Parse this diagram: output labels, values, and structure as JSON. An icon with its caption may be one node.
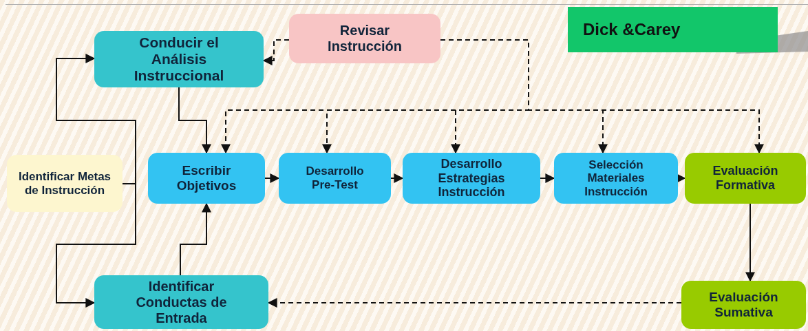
{
  "diagram": {
    "title": "Dick &Carey",
    "nodes": [
      {
        "text": [
          "Conducir el Análisis Instruccional"
        ]
      },
      {
        "text": [
          "Revisar Instrucción"
        ]
      },
      {
        "text": [
          "Identificar **Metas de** Instrucción"
        ]
      },
      {
        "text": [
          "Escribir Objetivos"
        ]
      },
      {
        "text": [
          "Desarrollo Pre-Test"
        ]
      },
      {
        "text": [
          "Desarrollo Estrategias Instrucción"
        ]
      },
      {
        "text": [
          "Selección Materiales Instrucción"
        ]
      },
      {
        "text": [
          "Evaluación Formativa"
        ]
      },
      {
        "text": [
          "Identificar Conductas de Entrada"
        ]
      },
      {
        "text": [
          "Evaluación Sumativa"
        ]
      }
    ],
    "edges": [
      {
        "from": 2,
        "to": 0,
        "arrow": "to"
      },
      {
        "from": 2,
        "to": 8,
        "arrow": "to"
      },
      {
        "from": 0,
        "to": 3,
        "arrow": "to"
      },
      {
        "from": 8,
        "to": 3,
        "arrow": "to"
      },
      {
        "from": 3,
        "to": 4,
        "arrow": "to"
      },
      {
        "from": 4,
        "to": 5,
        "arrow": "to"
      },
      {
        "from": 5,
        "to": 6,
        "arrow": "to"
      },
      {
        "from": 6,
        "to": 7,
        "arrow": "to"
      },
      {
        "from": 7,
        "to": 9,
        "arrow": "to"
      },
      {
        "from": 9,
        "to": 8,
        "arrow": "to",
        "style": "dashed"
      },
      {
        "from": 1,
        "to": 0,
        "arrow": "to",
        "style": "dashed"
      },
      {
        "from": 1,
        "to": 3,
        "arrow": "to",
        "style": "dashed"
      },
      {
        "from": 1,
        "to": 4,
        "arrow": "to",
        "style": "dashed"
      },
      {
        "from": 1,
        "to": 5,
        "arrow": "to",
        "style": "dashed"
      },
      {
        "from": 1,
        "to": 6,
        "arrow": "to",
        "style": "dashed"
      },
      {
        "from": 1,
        "to": 7,
        "arrow": "to",
        "style": "dashed"
      }
    ]
  }
}
